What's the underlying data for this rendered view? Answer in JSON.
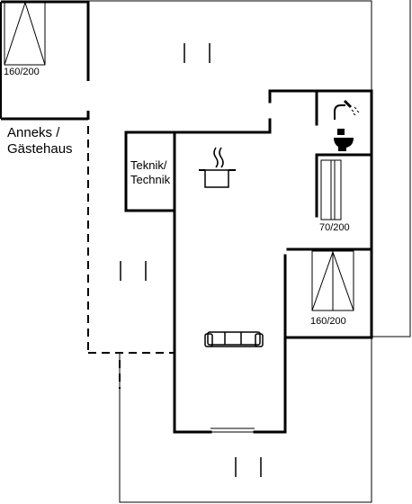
{
  "labels": {
    "annex_line1": "Anneks /",
    "annex_line2": "Gästehaus",
    "technik_line1": "Teknik/",
    "technik_line2": "Technik",
    "annex_bed_size": "160/200",
    "single_bed_size": "70/200",
    "double_bed_size": "160/200"
  },
  "icons": [
    "shower-icon",
    "toilet-icon",
    "cooking-pot-icon",
    "sofa-icon",
    "bed-icon"
  ],
  "colors": {
    "wall": "#000000",
    "background": "#ffffff"
  }
}
